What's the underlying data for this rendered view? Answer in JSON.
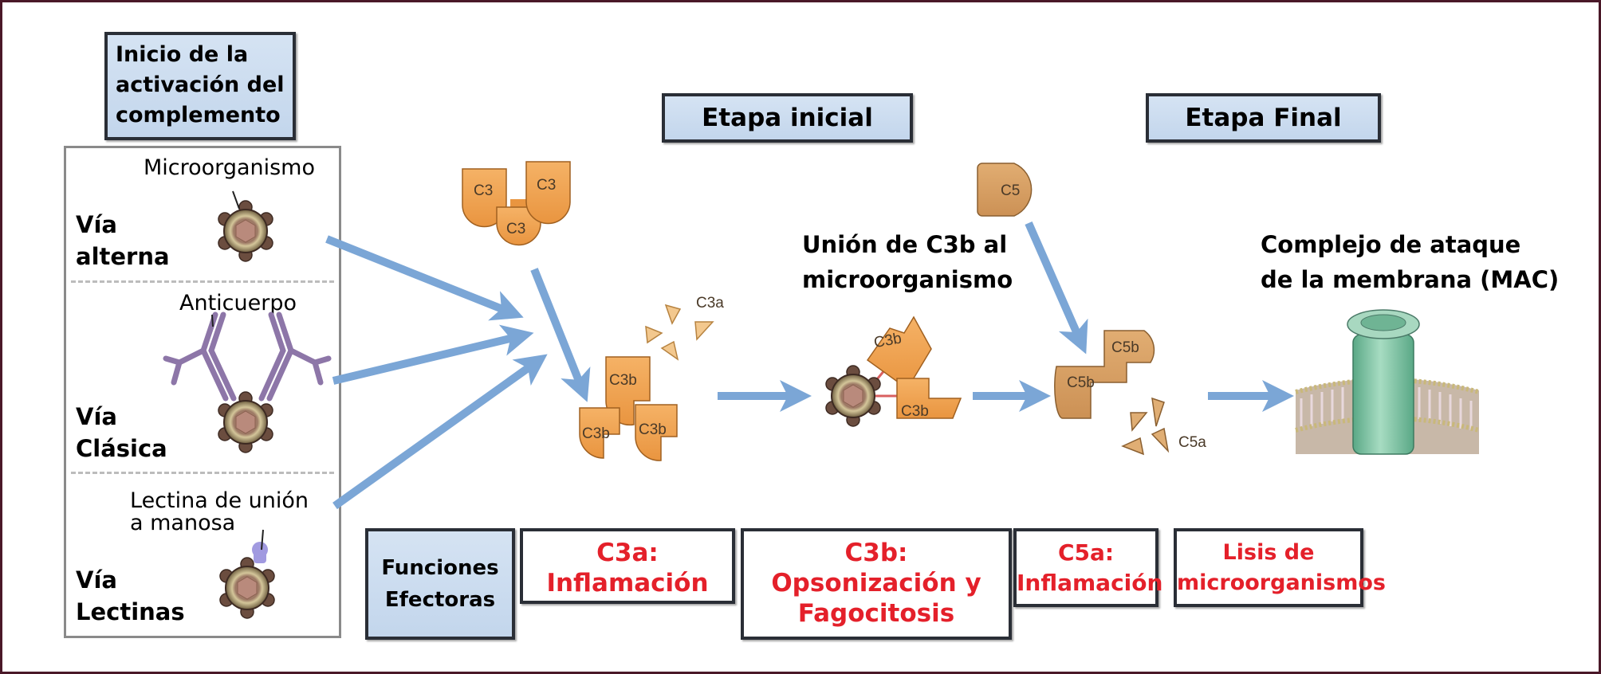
{
  "headers": {
    "initiation": [
      "Inicio de la",
      "activación del",
      "complemento"
    ],
    "early_stage": "Etapa inicial",
    "late_stage": "Etapa Final"
  },
  "pathways": [
    {
      "name_line1": "Vía",
      "name_line2": "alterna",
      "trigger_label": "Microorganismo"
    },
    {
      "name_line1": "Vía",
      "name_line2": "Clásica",
      "trigger_label": "Anticuerpo"
    },
    {
      "name_line1": "Vía",
      "name_line2": "Lectinas",
      "trigger_label_line1": "Lectina de unión",
      "trigger_label_line2": "a manosa"
    }
  ],
  "molecules": {
    "c3": "C3",
    "c3b": "C3b",
    "c3a": "C3a",
    "c5": "C5",
    "c5b": "C5b",
    "c5a": "C5a"
  },
  "stage_labels": {
    "c3b_binding": [
      "Unión de C3b al",
      "microorganismo"
    ],
    "mac": [
      "Complejo de ataque",
      "de la membrana (MAC)"
    ]
  },
  "effector": {
    "title": [
      "Funciones",
      "Efectoras"
    ],
    "functions": [
      {
        "lines": [
          "C3a:",
          "Inflamación"
        ]
      },
      {
        "lines": [
          "C3b:",
          "Opsonización y",
          "Fagocitosis"
        ]
      },
      {
        "lines": [
          "C5a:",
          "Inflamación"
        ]
      },
      {
        "lines": [
          "Lisis de",
          "microorganismos"
        ]
      }
    ]
  },
  "colors": {
    "frame": "#4a1828",
    "header_fill": "#c8daee",
    "effector_text": "#e4202a",
    "arrow": "#7ba6d6",
    "c3_orange": "#f0a550",
    "c5_tan": "#d9a164",
    "mac_green": "#7fc3a3"
  }
}
